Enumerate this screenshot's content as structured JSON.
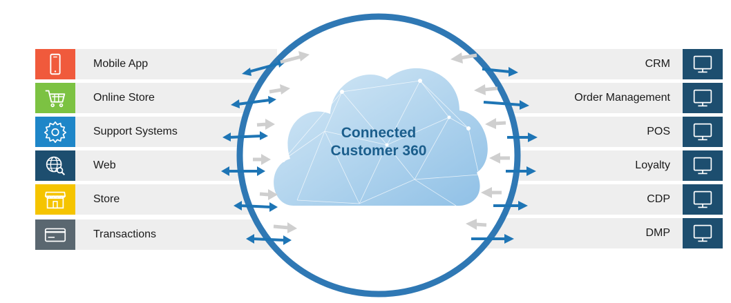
{
  "hub": {
    "line1": "Connected",
    "line2": "Customer 360"
  },
  "sources": [
    {
      "label": "Mobile App",
      "icon": "mobile-phone-icon",
      "color": "#f05a3c"
    },
    {
      "label": "Online Store",
      "icon": "shopping-cart-icon",
      "color": "#7cc242"
    },
    {
      "label": "Support Systems",
      "icon": "gear-icon",
      "color": "#1e86c8"
    },
    {
      "label": "Web",
      "icon": "globe-search-icon",
      "color": "#1d4e6f"
    },
    {
      "label": "Store",
      "icon": "storefront-icon",
      "color": "#f5c400"
    },
    {
      "label": "Transactions",
      "icon": "credit-card-icon",
      "color": "#5a6770"
    }
  ],
  "targets": [
    {
      "label": "CRM",
      "icon": "monitor-icon"
    },
    {
      "label": "Order Management",
      "icon": "monitor-icon"
    },
    {
      "label": "POS",
      "icon": "monitor-icon"
    },
    {
      "label": "Loyalty",
      "icon": "monitor-icon"
    },
    {
      "label": "CDP",
      "icon": "monitor-icon"
    },
    {
      "label": "DMP",
      "icon": "monitor-icon"
    }
  ],
  "colors": {
    "arrow_blue": "#1e75b5",
    "arrow_grey": "#cfcfcf",
    "ring": "#2f78b4",
    "target_tile": "#1d4e6f"
  }
}
